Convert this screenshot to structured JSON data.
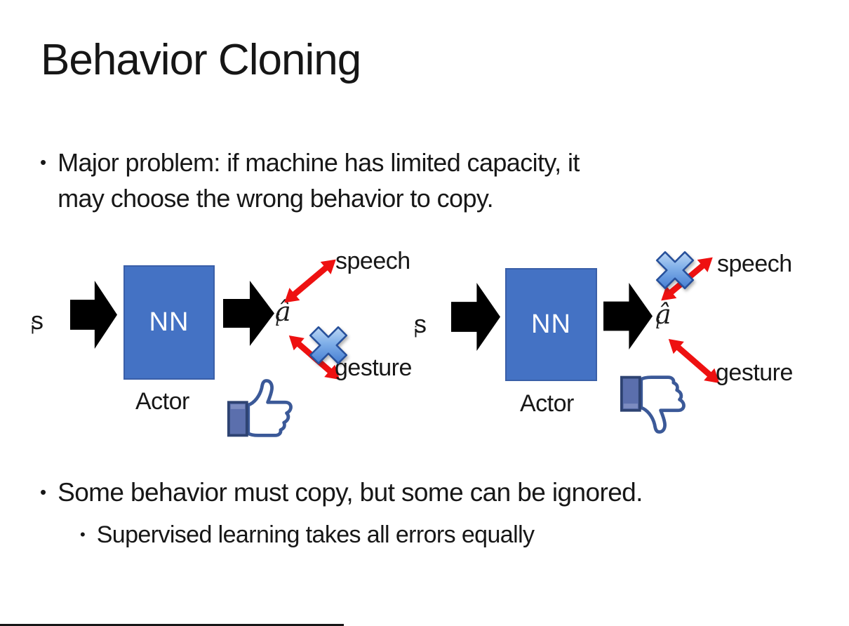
{
  "slide": {
    "title": "Behavior Cloning",
    "bullet_marker": "•",
    "bullet1_lines": [
      "Major problem: if machine has limited capacity, it",
      "may choose the wrong behavior to copy."
    ],
    "bullet2": "Some behavior must copy, but some can be ignored.",
    "bullet2_sub": "Supervised learning takes all errors equally"
  },
  "diagrams": [
    {
      "input_label": "s",
      "input_sub": "i",
      "nn_label": "NN",
      "actor_label": "Actor",
      "output_label": "â",
      "output_sub": "i",
      "speech_label": "speech",
      "gesture_label": "gesture",
      "crossed_out_behavior": "gesture",
      "feedback_icon": "thumbs-up"
    },
    {
      "input_label": "s",
      "input_sub": "i",
      "nn_label": "NN",
      "actor_label": "Actor",
      "output_label": "â",
      "output_sub": "i",
      "speech_label": "speech",
      "gesture_label": "gesture",
      "crossed_out_behavior": "speech",
      "feedback_icon": "thumbs-down"
    }
  ],
  "colors": {
    "nn_box_fill": "#4472c4",
    "black_arrow": "#000000",
    "red_arrow": "#ee1111",
    "cross_blue": "#2a66c8",
    "facebook_blue": "#3b5998",
    "background": "#ffffff"
  }
}
